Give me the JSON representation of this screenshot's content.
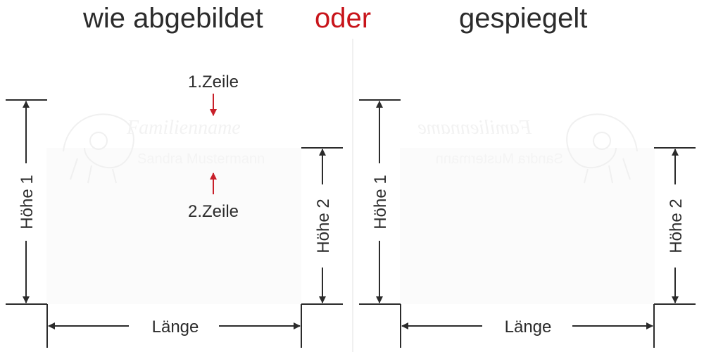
{
  "header": {
    "left_title": "wie abgebildet",
    "connector": "oder",
    "right_title": "gespiegelt"
  },
  "colors": {
    "text": "#2b2b2b",
    "accent_red": "#c8141a",
    "arrow_red": "#c8202a",
    "panel": "#fbfbfb",
    "divider": "#dddddd"
  },
  "left_diagram": {
    "height1_label": "Höhe 1",
    "height2_label": "Höhe 2",
    "length_label": "Länge",
    "line1_label": "1.Zeile",
    "line2_label": "2.Zeile",
    "ghost_line1": "Familienname",
    "ghost_line2": "Sandra Mustermann",
    "motif_icon": "ram-head-icon"
  },
  "right_diagram": {
    "height1_label": "Höhe 1",
    "height2_label": "Höhe 2",
    "length_label": "Länge",
    "ghost_line1": "Familienname",
    "ghost_line2": "Sandra Mustermann",
    "motif_icon": "ram-head-icon"
  }
}
